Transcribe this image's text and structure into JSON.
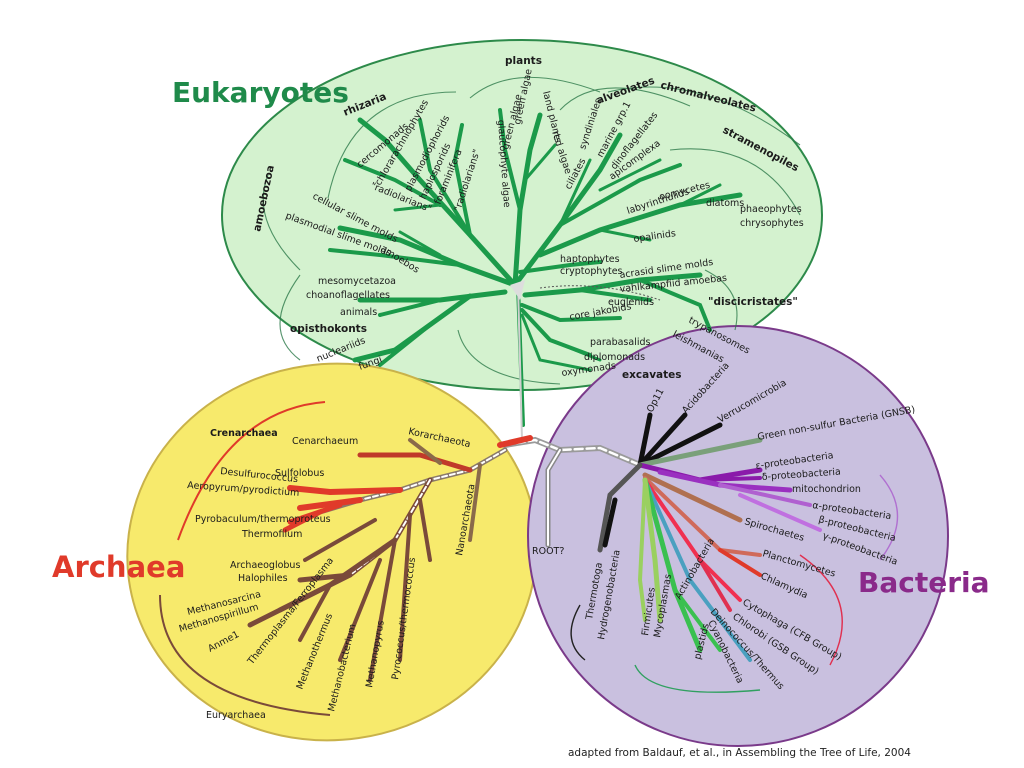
{
  "domains": {
    "eukaryotes": {
      "name": "Eukaryotes",
      "fill": "#d4f2cf",
      "stroke": "#2d8a4a",
      "branch": "#1b9a4a",
      "title_color": "#1f8a4a"
    },
    "archaea": {
      "name": "Archaea",
      "fill": "#f7ea6c",
      "stroke": "#c9b24a",
      "title_color": "#e03a2a"
    },
    "bacteria": {
      "name": "Bacteria",
      "fill": "#c9c0df",
      "stroke": "#7a3a8a",
      "title_color": "#8a2a8a"
    }
  },
  "eukaryote_groups": [
    "rhizaria",
    "plants",
    "alveolates",
    "chromalveolates",
    "stramenopiles",
    "amoebozoa",
    "opisthokonts",
    "\"discicristates\"",
    "excavates"
  ],
  "eukaryote_taxa": [
    "chlorarachniophytes",
    "plasmodiophorids",
    "haplosporids",
    "foraminifera",
    "\"radiolarians\"",
    "cercomonads",
    "\"radiolarians\"",
    "green algae",
    "land plants",
    "red algae",
    "green algae",
    "glaucophyte algae",
    "syndiniales",
    "marine grp.1",
    "dinoflagellates",
    "apicomplexa",
    "ciliates",
    "labyrinthulids",
    "oomycetes",
    "diatoms",
    "phaeophytes",
    "chrysophytes",
    "opalinids",
    "haptophytes",
    "cryptophytes",
    "amoebos",
    "cellular slime molds",
    "plasmodial slime molds",
    "mesomycetazoa",
    "choanoflagellates",
    "animals",
    "nucleariids",
    "fungi",
    "acrasid slime molds",
    "vahlkampfiid amoebas",
    "euglenids",
    "trypanosomes",
    "leishmanias",
    "core jakobids",
    "parabasalids",
    "diplomonads",
    "oxymonads"
  ],
  "archaea_groups": [
    "Crenarchaea",
    "Euryarchaea"
  ],
  "archaea_taxa": [
    "Cenarchaeum",
    "Korarchaeota",
    "Sulfolobus",
    "Desulfurococcus",
    "Aeropyrum/pyrodictium",
    "Pyrobaculum/thermoproteus",
    "Thermofilum",
    "Nanoarchaeota",
    "Archaeoglobus",
    "Halophiles",
    "Methanosarcina",
    "Methanospirillum",
    "Anme1",
    "Thermoplasma/Ferroplasma",
    "Methanothermus",
    "Methanobacterium",
    "Methanopyrus",
    "Pyrococcus/thermococcus"
  ],
  "bacteria_taxa": [
    "Op11",
    "Acidobacteria",
    "Verrucomicrobia",
    "Green non-sulfur Bacteria (GNSB)",
    "ε-proteobacteria",
    "δ-proteobacteria",
    "mitochondrion",
    "α-proteobacteria",
    "β-proteobacteria",
    "γ-proteobacteria",
    "Spirochaetes",
    "Planctomycetes",
    "Chlamydia",
    "Cytophaga (CFB Group)",
    "Chlorobi (GSB Group)",
    "Deinococcus/Thermus",
    "Actinobacteria",
    "Cyanobacteria",
    "plastids",
    "Mycoplasmas",
    "Firmicutes",
    "Thermotoga",
    "Hydrogenobacteria"
  ],
  "root_label": "ROOT?",
  "caption": "adapted from Baldauf, et al., in Assembling the Tree of Life, 2004"
}
